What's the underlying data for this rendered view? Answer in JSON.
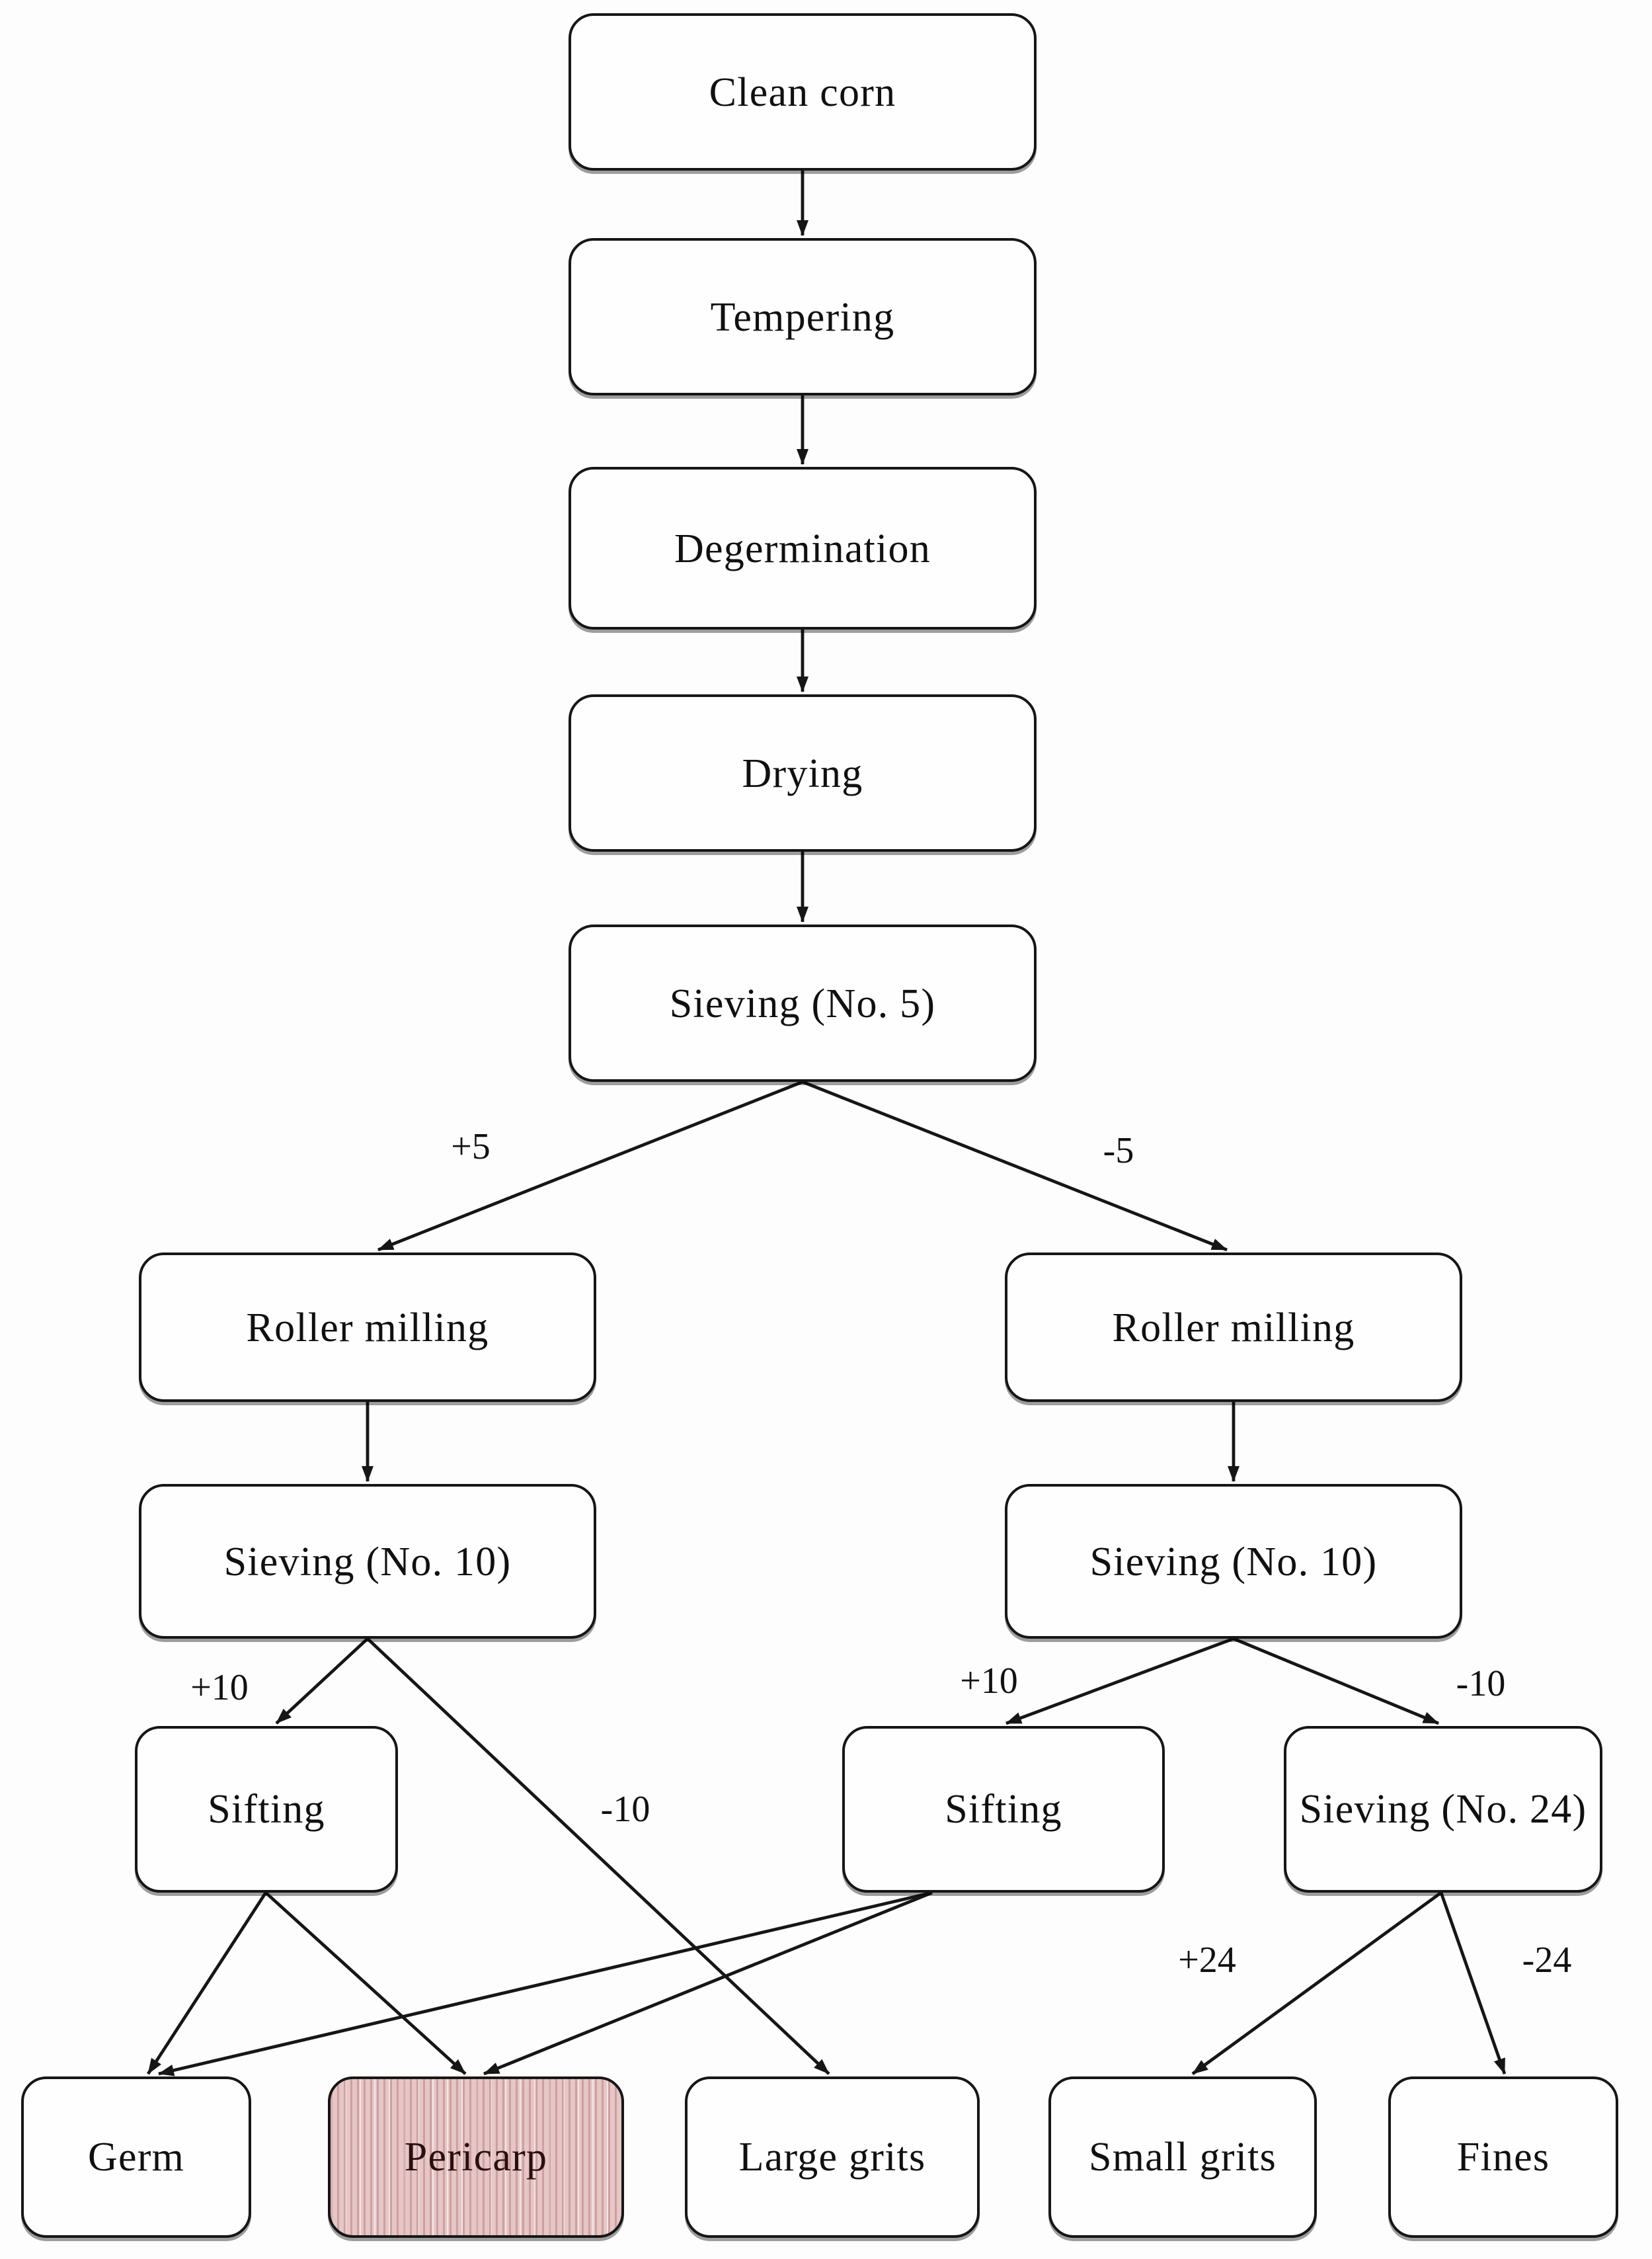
{
  "figure": {
    "type": "flowchart",
    "description": "Corn dry-milling process flow diagram",
    "palette": {
      "background": "#fdfdfd",
      "line_color": "#161616",
      "box_fill": "#fefefe",
      "box_border": "#161616",
      "pericarp_fill": "#e6c6c6",
      "pericarp_hatch": "#a05a5a",
      "text_color": "#101010"
    }
  },
  "nodes": [
    {
      "id": "clean-corn",
      "label": "Clean corn"
    },
    {
      "id": "tempering",
      "label": "Tempering"
    },
    {
      "id": "degermination",
      "label": "Degermination"
    },
    {
      "id": "drying",
      "label": "Drying"
    },
    {
      "id": "sieving-5",
      "label": "Sieving (No. 5)"
    },
    {
      "id": "roller-milling-left",
      "label": "Roller milling"
    },
    {
      "id": "roller-milling-right",
      "label": "Roller milling"
    },
    {
      "id": "sieving-10-left",
      "label": "Sieving (No. 10)"
    },
    {
      "id": "sieving-10-right",
      "label": "Sieving (No. 10)"
    },
    {
      "id": "sifting-left",
      "label": "Sifting"
    },
    {
      "id": "sifting-right",
      "label": "Sifting"
    },
    {
      "id": "sieving-24",
      "label": "Sieving (No. 24)"
    },
    {
      "id": "germ",
      "label": "Germ"
    },
    {
      "id": "pericarp",
      "label": "Pericarp",
      "highlighted": true
    },
    {
      "id": "large-grits",
      "label": "Large grits"
    },
    {
      "id": "small-grits",
      "label": "Small grits"
    },
    {
      "id": "fines",
      "label": "Fines"
    }
  ],
  "edges": [
    {
      "from": "clean-corn",
      "to": "tempering",
      "label": ""
    },
    {
      "from": "tempering",
      "to": "degermination",
      "label": ""
    },
    {
      "from": "degermination",
      "to": "drying",
      "label": ""
    },
    {
      "from": "drying",
      "to": "sieving-5",
      "label": ""
    },
    {
      "from": "sieving-5",
      "to": "roller-milling-left",
      "label": "+5"
    },
    {
      "from": "sieving-5",
      "to": "roller-milling-right",
      "label": "-5"
    },
    {
      "from": "roller-milling-left",
      "to": "sieving-10-left",
      "label": ""
    },
    {
      "from": "roller-milling-right",
      "to": "sieving-10-right",
      "label": ""
    },
    {
      "from": "sieving-10-left",
      "to": "sifting-left",
      "label": "+10"
    },
    {
      "from": "sieving-10-left",
      "to": "large-grits",
      "label": "-10"
    },
    {
      "from": "sieving-10-right",
      "to": "sifting-right",
      "label": "+10"
    },
    {
      "from": "sieving-10-right",
      "to": "sieving-24",
      "label": "-10"
    },
    {
      "from": "sifting-left",
      "to": "germ",
      "label": ""
    },
    {
      "from": "sifting-left",
      "to": "pericarp",
      "label": ""
    },
    {
      "from": "sifting-right",
      "to": "germ",
      "label": ""
    },
    {
      "from": "sifting-right",
      "to": "pericarp",
      "label": ""
    },
    {
      "from": "sieving-24",
      "to": "small-grits",
      "label": "+24"
    },
    {
      "from": "sieving-24",
      "to": "fines",
      "label": "-24"
    }
  ]
}
